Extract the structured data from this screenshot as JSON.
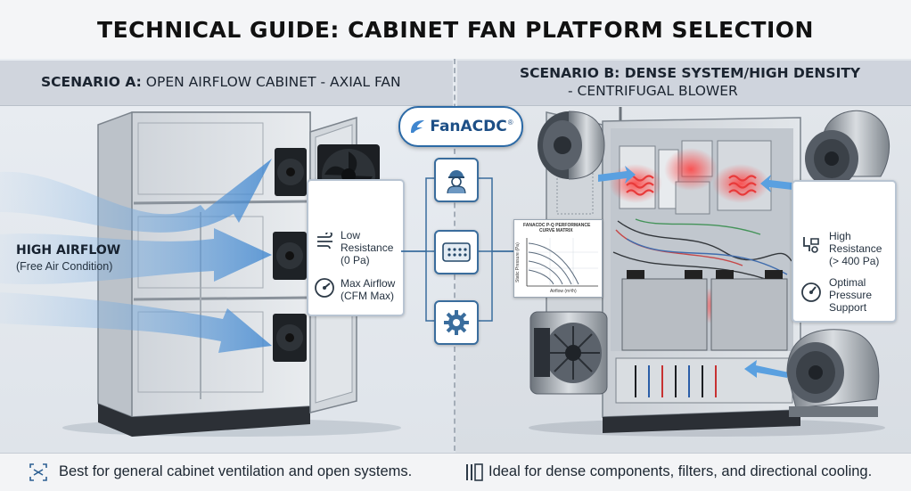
{
  "title": "TECHNICAL GUIDE: CABINET FAN PLATFORM SELECTION",
  "scenario_a": {
    "label_bold": "SCENARIO A:",
    "label_rest": " OPEN AIRFLOW CABINET - AXIAL FAN",
    "airflow_title": "HIGH AIRFLOW",
    "airflow_subtitle": "(Free Air Condition)",
    "spec1": [
      "Low",
      "Resistance",
      "(0 Pa)"
    ],
    "spec2": [
      "Max Airflow",
      "(CFM Max)"
    ],
    "footer": "Best for general cabinet ventilation and open systems."
  },
  "scenario_b": {
    "label_line1": "SCENARIO B: DENSE SYSTEM/HIGH DENSITY",
    "label_line2": "- CENTRIFUGAL BLOWER",
    "spec1": [
      "High",
      "Resistance",
      "(> 400 Pa)"
    ],
    "spec2": [
      "Optimal",
      "Pressure",
      "Support"
    ],
    "footer": "Ideal for dense components, filters, and directional cooling."
  },
  "logo": {
    "text": "FanACDC",
    "mark": "®"
  },
  "chart": {
    "title_lines": [
      "FANACDC P-Q PERFORMANCE",
      "CURVE MATRIX"
    ],
    "ylabel": "Static Pressure (Pa)",
    "xlabel": "Airflow (m³/h)"
  },
  "center_icons": [
    "engineer-icon",
    "connector-icon",
    "gear-icon"
  ],
  "colors": {
    "accent": "#3f86cf",
    "airflow": "#5aa0e0",
    "heat": "#e83a3a",
    "logo": "#1d4f86"
  }
}
